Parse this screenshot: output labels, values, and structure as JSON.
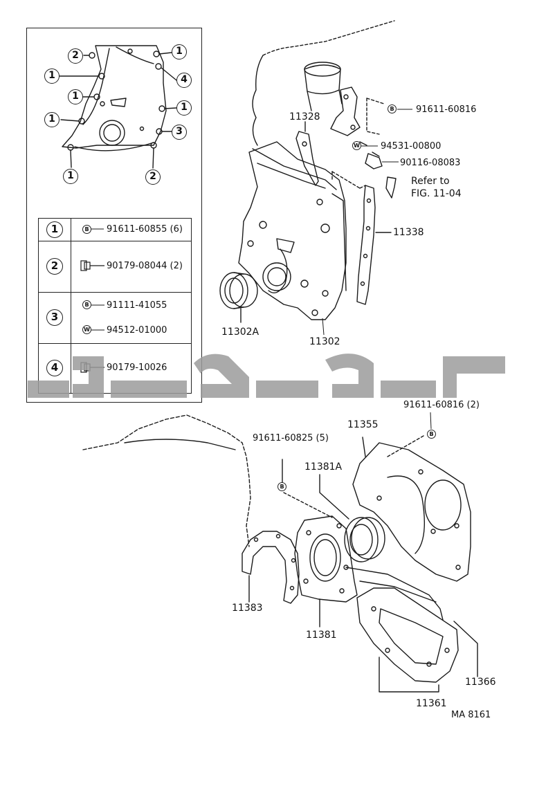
{
  "inset": {
    "callouts": [
      {
        "num": "1"
      },
      {
        "num": "2"
      },
      {
        "num": "1"
      },
      {
        "num": "4"
      },
      {
        "num": "1"
      },
      {
        "num": "1"
      },
      {
        "num": "1"
      },
      {
        "num": "3"
      },
      {
        "num": "1"
      },
      {
        "num": "2"
      }
    ],
    "key_rows": [
      {
        "num": "1",
        "items": [
          {
            "symbol": "B",
            "part": "91611-60855 (6)"
          }
        ]
      },
      {
        "num": "2",
        "items": [
          {
            "symbol": "nut",
            "part": "90179-08044 (2)"
          }
        ]
      },
      {
        "num": "3",
        "items": [
          {
            "symbol": "B",
            "part": "91111-41055"
          },
          {
            "symbol": "W",
            "part": "94512-01000"
          }
        ]
      },
      {
        "num": "4",
        "items": [
          {
            "symbol": "nut",
            "part": "90179-10026"
          }
        ]
      }
    ]
  },
  "upper": {
    "bolt_b": "91611-60816",
    "washer_w": "94531-00800",
    "sensor": "90116-08083",
    "refer_line1": "Refer to",
    "refer_line2": "FIG. 11-04",
    "p11328": "11328",
    "p11338": "11338",
    "p11302A": "11302A",
    "p11302": "11302"
  },
  "lower": {
    "bolt_right": "91611-60816 (2)",
    "bolt_left": "91611-60825 (5)",
    "p11355": "11355",
    "p11381A": "11381A",
    "p11383": "11383",
    "p11381": "11381",
    "p11361": "11361",
    "p11366": "11366",
    "figure_code": "MA 8161"
  },
  "symbols": {
    "bolt": "B",
    "washer": "W"
  },
  "colors": {
    "line": "#1a1a1a",
    "watermark": "#9c9c9c"
  }
}
